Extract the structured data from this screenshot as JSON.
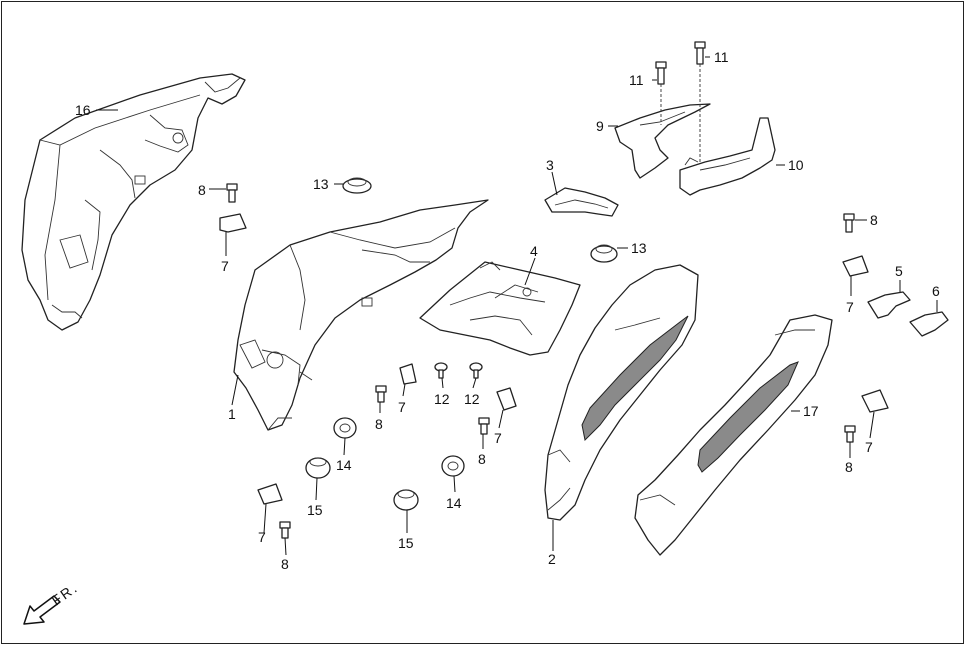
{
  "callouts": {
    "c1": "1",
    "c2": "2",
    "c3": "3",
    "c4": "4",
    "c5": "5",
    "c6": "6",
    "c7a": "7",
    "c7b": "7",
    "c7c": "7",
    "c7d": "7",
    "c7e": "7",
    "c7f": "7",
    "c8a": "8",
    "c8b": "8",
    "c8c": "8",
    "c8d": "8",
    "c8e": "8",
    "c8f": "8",
    "c9": "9",
    "c10": "10",
    "c11a": "11",
    "c11b": "11",
    "c12a": "12",
    "c12b": "12",
    "c13a": "13",
    "c13b": "13",
    "c14a": "14",
    "c14b": "14",
    "c15a": "15",
    "c15b": "15",
    "c16": "16",
    "c17": "17"
  },
  "direction": {
    "label": "FR.",
    "icon": "arrow-down-left-icon"
  }
}
